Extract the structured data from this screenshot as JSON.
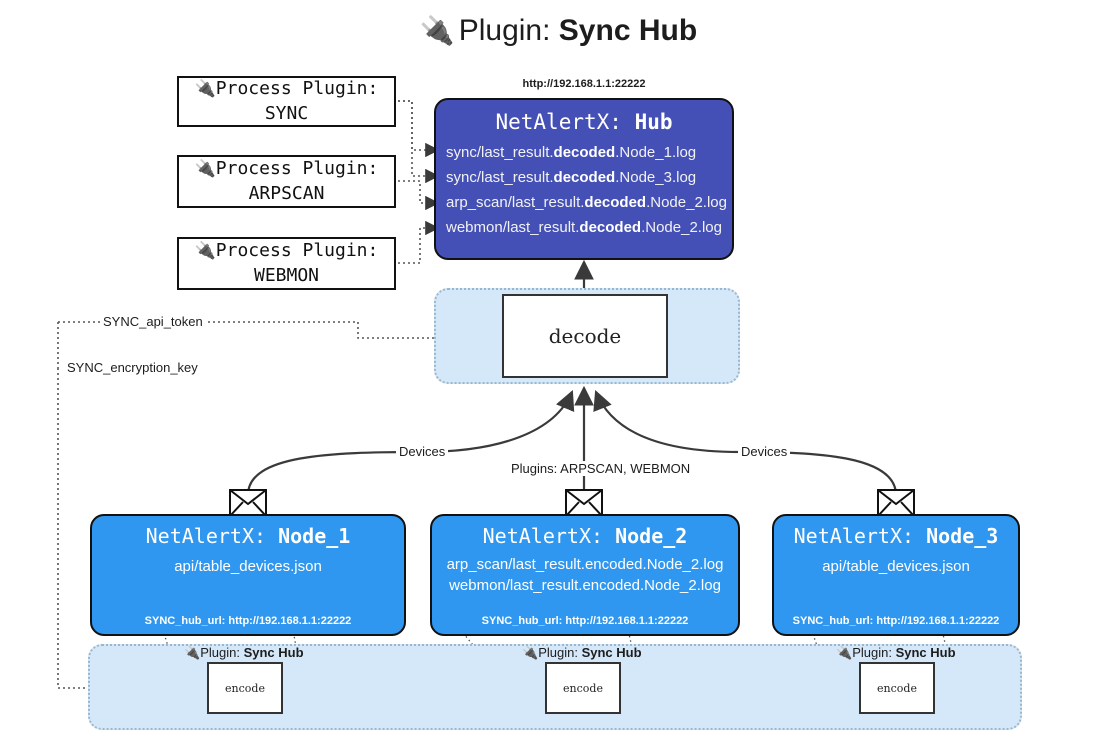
{
  "title": {
    "icon": "plug-icon",
    "prefix": "Plugin: ",
    "name": "Sync Hub"
  },
  "process_plugins": [
    {
      "line1": "Process Plugin:",
      "line2": "SYNC"
    },
    {
      "line1": "Process Plugin:",
      "line2": "ARPSCAN"
    },
    {
      "line1": "Process Plugin:",
      "line2": "WEBMON"
    }
  ],
  "hub": {
    "url": "http://192.168.1.1:22222",
    "title_prefix": "NetAlertX: ",
    "title_name": "Hub",
    "logs": [
      {
        "pre": "sync/last_result.",
        "mid": "decoded",
        "post": ".Node_1.log"
      },
      {
        "pre": "sync/last_result.",
        "mid": "decoded",
        "post": ".Node_3.log"
      },
      {
        "pre": "arp_scan/last_result.",
        "mid": "decoded",
        "post": ".Node_2.log"
      },
      {
        "pre": "webmon/last_result.",
        "mid": "decoded",
        "post": ".Node_2.log"
      }
    ]
  },
  "decode": {
    "label": "decode"
  },
  "secrets": [
    {
      "label": "SYNC_api_token"
    },
    {
      "label": "SYNC_encryption_key"
    }
  ],
  "edge_labels": {
    "devices_left": "Devices",
    "devices_right": "Devices",
    "plugins_center": "Plugins: ARPSCAN, WEBMON"
  },
  "nodes": [
    {
      "title_prefix": "NetAlertX: ",
      "title_name": "Node_1",
      "lines": [
        "api/table_devices.json"
      ],
      "footer": "SYNC_hub_url: http://192.168.1.1:22222",
      "icon": "envelope-icon"
    },
    {
      "title_prefix": "NetAlertX: ",
      "title_name": "Node_2",
      "lines": [
        "arp_scan/last_result.encoded.Node_2.log",
        "webmon/last_result.encoded.Node_2.log"
      ],
      "footer": "SYNC_hub_url: http://192.168.1.1:22222",
      "icon": "envelope-icon"
    },
    {
      "title_prefix": "NetAlertX: ",
      "title_name": "Node_3",
      "lines": [
        "api/table_devices.json"
      ],
      "footer": "SYNC_hub_url: http://192.168.1.1:22222",
      "icon": "envelope-icon"
    }
  ],
  "encoders": [
    {
      "tag_prefix": "Plugin: ",
      "tag_name": "Sync Hub",
      "label": "encode"
    },
    {
      "tag_prefix": "Plugin: ",
      "tag_name": "Sync Hub",
      "label": "encode"
    },
    {
      "tag_prefix": "Plugin: ",
      "tag_name": "Sync Hub",
      "label": "encode"
    }
  ],
  "colors": {
    "hub_fill": "#4450b5",
    "node_fill": "#2f97ef",
    "container_fill": "#d5e8f9",
    "stroke": "#111111"
  }
}
